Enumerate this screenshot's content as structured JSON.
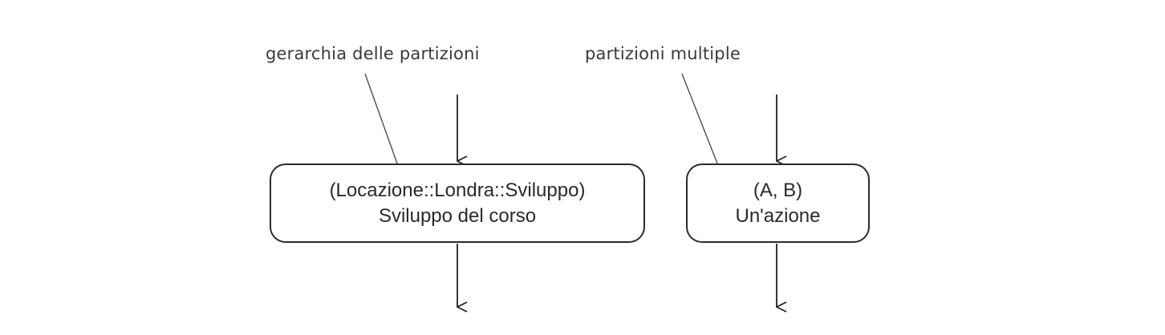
{
  "diagram": {
    "annotations": {
      "hierarchy_label": "gerarchia delle partizioni",
      "multiple_label": "partizioni multiple"
    },
    "actions": [
      {
        "partition": "(Locazione::Londra::Sviluppo)",
        "name": "Sviluppo del corso"
      },
      {
        "partition": "(A, B)",
        "name": "Un'azione"
      }
    ]
  }
}
